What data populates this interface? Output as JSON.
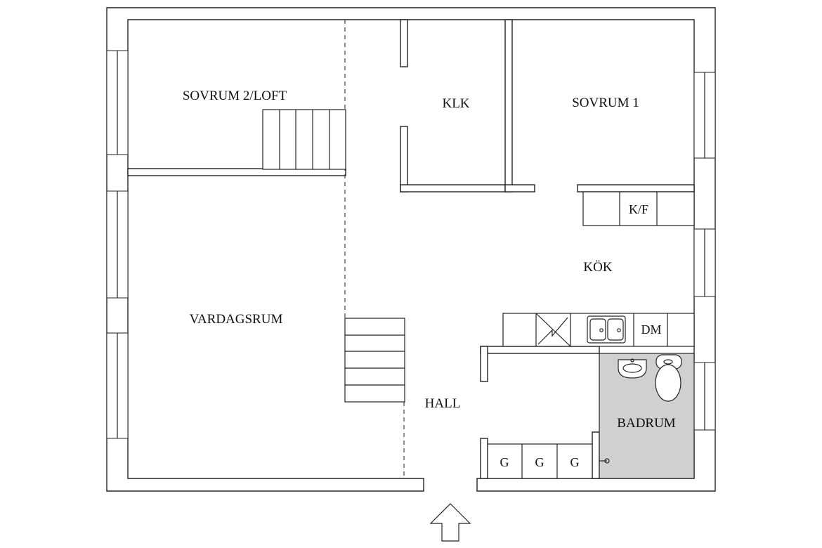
{
  "floor_plan": {
    "rooms": {
      "sovrum2": "SOVRUM 2/LOFT",
      "klk": "KLK",
      "sovrum1": "SOVRUM 1",
      "vardagsrum": "VARDAGSRUM",
      "kok": "KÖK",
      "hall": "HALL",
      "badrum": "BADRUM"
    },
    "fixtures": {
      "fridge_freezer": "K/F",
      "dishwasher": "DM",
      "wardrobe_1": "G",
      "wardrobe_2": "G",
      "wardrobe_3": "G"
    },
    "colors": {
      "wall": "#222222",
      "bathroom_fill": "#d0d0d0",
      "background": "#ffffff"
    },
    "icons": {
      "entrance": "arrow-up-icon",
      "sink": "sink-icon",
      "toilet": "toilet-icon",
      "stove": "stove-icon",
      "kitchen_sink": "kitchen-sink-icon"
    }
  }
}
